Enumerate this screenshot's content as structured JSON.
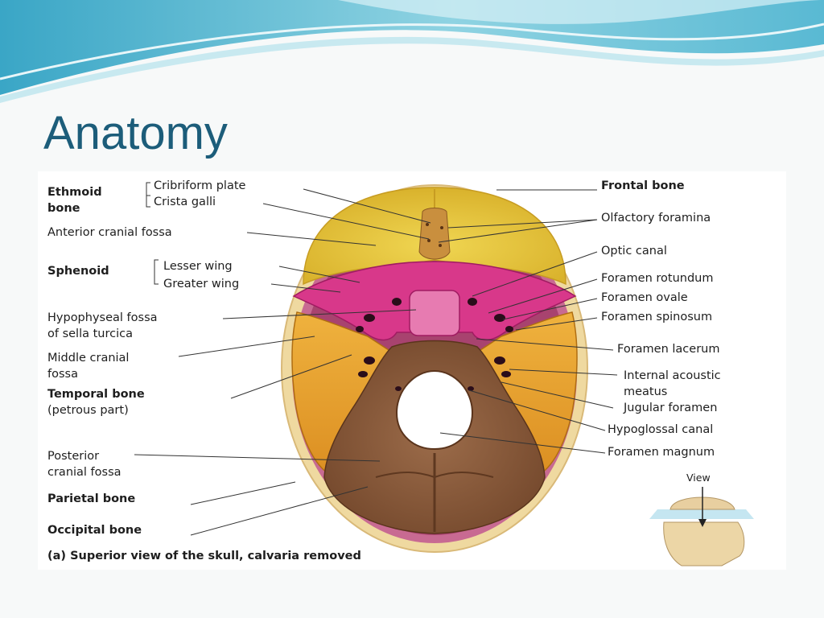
{
  "slide": {
    "title": "Anatomy"
  },
  "diagram": {
    "labels_left": {
      "ethmoid_bone": "Ethmoid\nbone",
      "cribriform_plate": "Cribriform plate",
      "crista_galli": "Crista galli",
      "anterior_cranial_fossa": "Anterior cranial fossa",
      "sphenoid": "Sphenoid",
      "lesser_wing": "Lesser wing",
      "greater_wing": "Greater wing",
      "hypophyseal_fossa": "Hypophyseal fossa\nof sella turcica",
      "middle_cranial_fossa": "Middle cranial\nfossa",
      "temporal_bone": "Temporal bone",
      "petrous_part": "(petrous part)",
      "posterior_cranial_fossa": "Posterior\ncranial fossa",
      "parietal_bone": "Parietal bone",
      "occipital_bone": "Occipital bone"
    },
    "labels_right": {
      "frontal_bone": "Frontal bone",
      "olfactory_foramina": "Olfactory foramina",
      "optic_canal": "Optic canal",
      "foramen_rotundum": "Foramen rotundum",
      "foramen_ovale": "Foramen ovale",
      "foramen_spinosum": "Foramen spinosum",
      "foramen_lacerum": "Foramen lacerum",
      "internal_acoustic_meatus": "Internal acoustic\nmeatus",
      "jugular_foramen": "Jugular foramen",
      "hypoglossal_canal": "Hypoglossal canal",
      "foramen_magnum": "Foramen magnum"
    },
    "caption": "(a) Superior view of the skull, calvaria removed",
    "view_label": "View"
  },
  "colors": {
    "title": "#1c5d7a",
    "frontal": "#e8c63a",
    "sphenoid": "#d8388a",
    "temporal": "#e8a430",
    "occipital": "#8c5d3e",
    "parietal": "#b9548a"
  }
}
